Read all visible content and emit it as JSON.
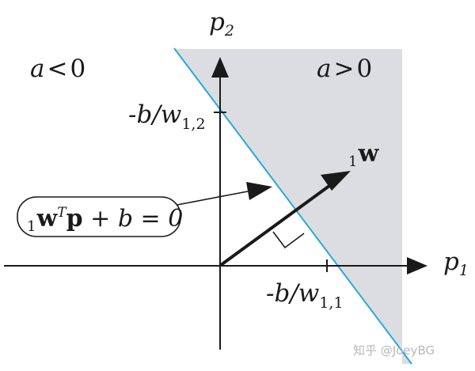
{
  "axes": {
    "x_label": "p",
    "x_label_sub": "1",
    "y_label": "p",
    "y_label_sub": "2"
  },
  "regions": {
    "negative": {
      "lhs": "a",
      "op": "<",
      "rhs": "0"
    },
    "positive": {
      "lhs": "a",
      "op": ">",
      "rhs": "0"
    }
  },
  "intercepts": {
    "y": {
      "main": "-b/w",
      "sub": "1,2"
    },
    "x": {
      "main": "-b/w",
      "sub": "1,1"
    }
  },
  "weight_vector": {
    "prefix": "1",
    "symbol": "w"
  },
  "boundary_equation": {
    "prefix": "1",
    "w": "w",
    "T": "T",
    "p": "p",
    "rest": " + b = 0"
  },
  "colors": {
    "shade": "#dcdde0",
    "boundary_line": "#29a8d8",
    "axis": "#1a1a1a"
  },
  "watermark": "知乎 @JoeyBG"
}
